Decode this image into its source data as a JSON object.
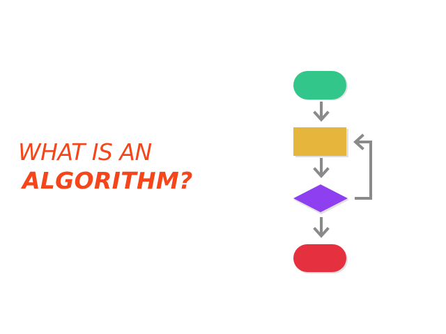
{
  "title": {
    "line1": "WHAT IS AN",
    "line2": "ALGORITHM?"
  },
  "colors": {
    "title": "#f5451a",
    "start_node": "#33c68a",
    "process_node": "#e5b53c",
    "decision_node": "#8e3ff0",
    "end_node": "#e5313f",
    "arrow": "#8a8a8a"
  },
  "diagram": {
    "nodes": [
      {
        "id": "start",
        "shape": "terminator",
        "label": ""
      },
      {
        "id": "process",
        "shape": "rectangle",
        "label": ""
      },
      {
        "id": "decision",
        "shape": "diamond",
        "label": ""
      },
      {
        "id": "end",
        "shape": "terminator",
        "label": ""
      }
    ],
    "edges": [
      {
        "from": "start",
        "to": "process",
        "label": ""
      },
      {
        "from": "process",
        "to": "decision",
        "label": ""
      },
      {
        "from": "decision",
        "to": "end",
        "label": ""
      },
      {
        "from": "decision",
        "to": "process",
        "label": "",
        "style": "loop-back"
      }
    ]
  }
}
